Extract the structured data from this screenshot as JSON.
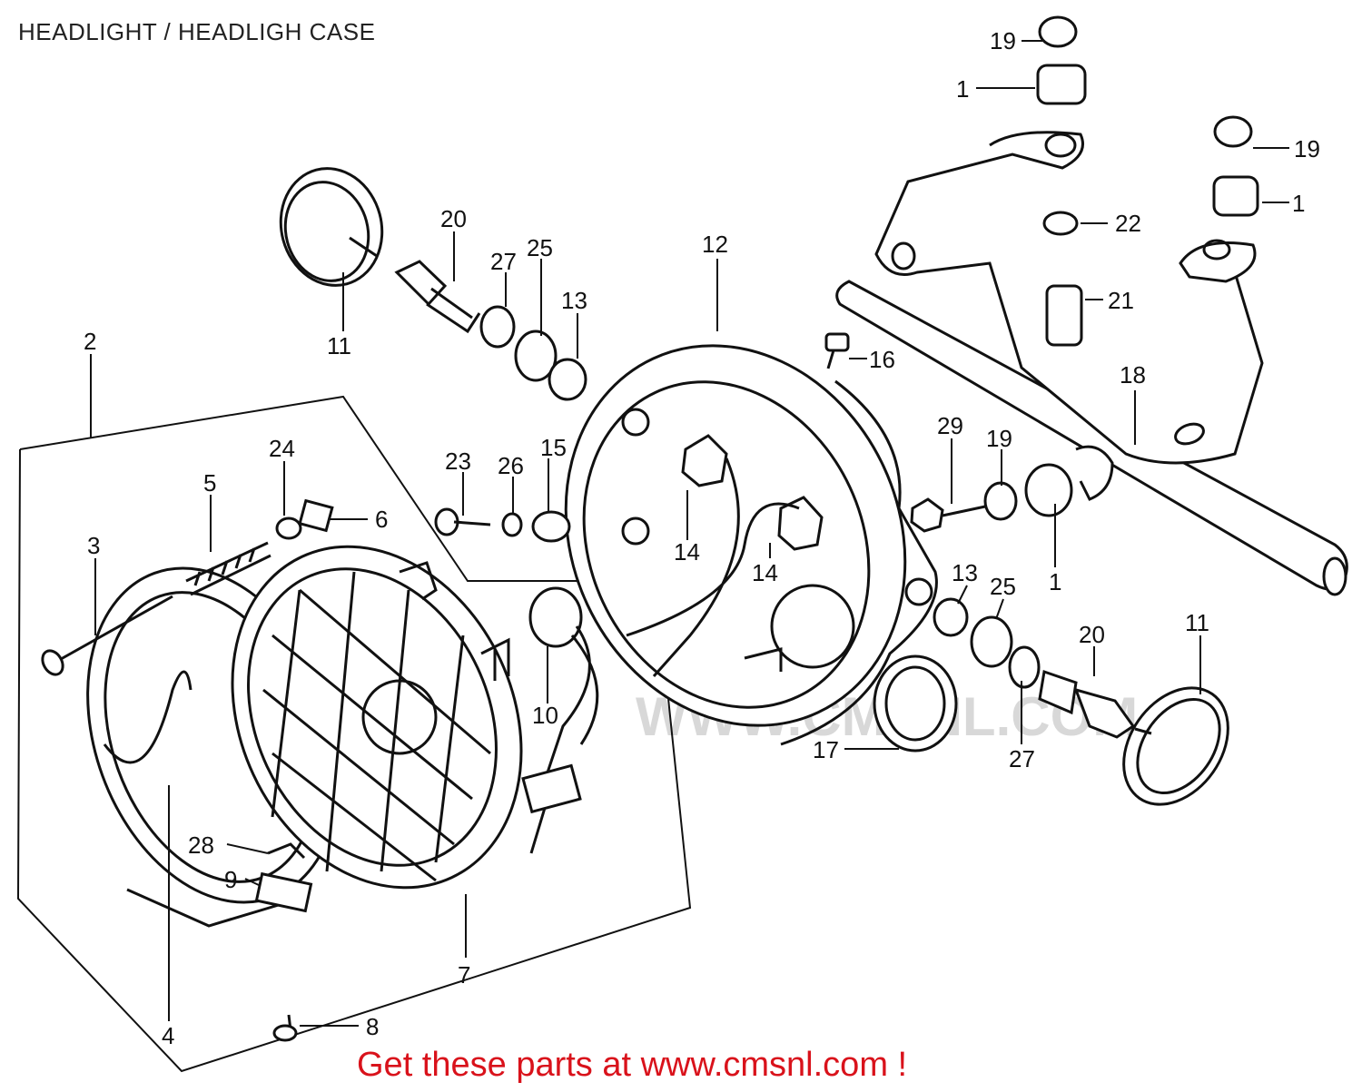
{
  "header": {
    "title": "HEADLIGHT / HEADLIGH CASE"
  },
  "footer": {
    "text": "Get these parts at www.cmsnl.com !",
    "color": "#d9121b"
  },
  "watermark": {
    "text": "WWW.CMSNL.COM"
  },
  "callouts": {
    "c1a": "1",
    "c1b": "1",
    "c1c": "1",
    "c2": "2",
    "c3": "3",
    "c4": "4",
    "c5": "5",
    "c6": "6",
    "c7": "7",
    "c8": "8",
    "c9": "9",
    "c10": "10",
    "c11a": "11",
    "c11b": "11",
    "c12": "12",
    "c13a": "13",
    "c13b": "13",
    "c14a": "14",
    "c14b": "14",
    "c15": "15",
    "c16": "16",
    "c17": "17",
    "c18": "18",
    "c19a": "19",
    "c19b": "19",
    "c19c": "19",
    "c20a": "20",
    "c20b": "20",
    "c21": "21",
    "c22": "22",
    "c23": "23",
    "c24": "24",
    "c25a": "25",
    "c25b": "25",
    "c26": "26",
    "c27a": "27",
    "c27b": "27",
    "c28": "28",
    "c29": "29"
  }
}
